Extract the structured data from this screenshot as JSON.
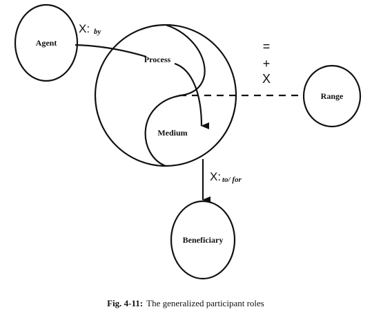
{
  "nodes": {
    "agent": "Agent",
    "process": "Process",
    "medium": "Medium",
    "range": "Range",
    "beneficiary": "Beneficiary"
  },
  "relations": {
    "agent_marker": "X:",
    "agent_preposition": "by",
    "beneficiary_marker": "X:",
    "beneficiary_preposition": "to/ for"
  },
  "range_symbols": {
    "equals": "=",
    "plus": "+",
    "times": "X"
  },
  "caption": {
    "figure_number": "Fig. 4-11:",
    "text": "The generalized participant roles"
  }
}
